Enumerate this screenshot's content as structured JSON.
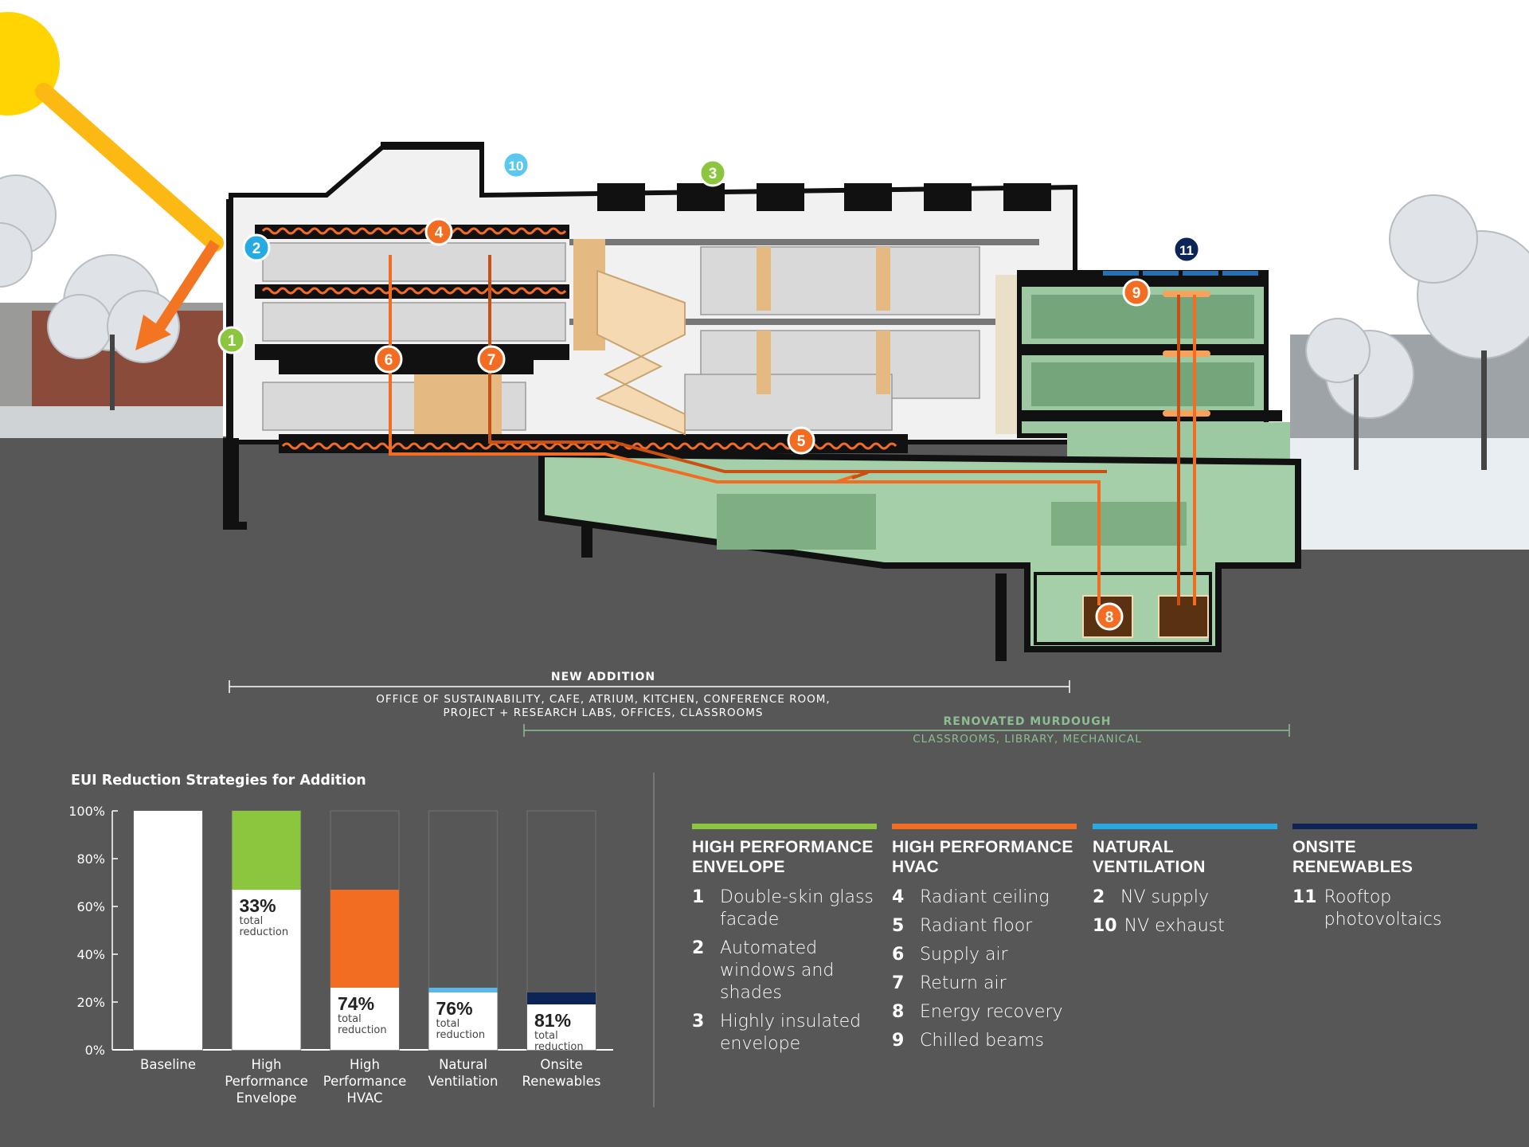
{
  "markers": [
    {
      "num": "1",
      "color": "#8cc63f"
    },
    {
      "num": "2",
      "color": "#27a9e1"
    },
    {
      "num": "3",
      "color": "#8cc63f"
    },
    {
      "num": "4",
      "color": "#f26d21"
    },
    {
      "num": "5",
      "color": "#f26d21"
    },
    {
      "num": "6",
      "color": "#f26d21"
    },
    {
      "num": "7",
      "color": "#f26d21"
    },
    {
      "num": "8",
      "color": "#f26d21"
    },
    {
      "num": "9",
      "color": "#f26d21"
    },
    {
      "num": "10",
      "color": "#5bc8f0"
    },
    {
      "num": "11",
      "color": "#0d2456"
    }
  ],
  "new_addition": {
    "title": "NEW ADDITION",
    "line1": "OFFICE OF SUSTAINABILITY, CAFE, ATRIUM, KITCHEN, CONFERENCE ROOM,",
    "line2": "PROJECT + RESEARCH LABS, OFFICES, CLASSROOMS"
  },
  "renovated": {
    "title": "RENOVATED MURDOUGH",
    "line1": "CLASSROOMS, LIBRARY, MECHANICAL"
  },
  "chart_data": {
    "type": "bar",
    "title": "EUI Reduction Strategies for Addition",
    "categories": [
      "Baseline",
      "High Performance Envelope",
      "High Performance HVAC",
      "Natural Ventilation",
      "Onsite Renewables"
    ],
    "category_lines": [
      [
        "Baseline"
      ],
      [
        "High",
        "Performance",
        "Envelope"
      ],
      [
        "High",
        "Performance",
        "HVAC"
      ],
      [
        "Natural",
        "Ventilation"
      ],
      [
        "Onsite",
        "Renewables"
      ]
    ],
    "remaining": [
      100,
      67,
      26,
      24,
      19
    ],
    "reduction_segment": [
      0,
      33,
      41,
      2,
      5
    ],
    "segment_colors": [
      "#ffffff",
      "#8cc63f",
      "#f26d21",
      "#5bb7e8",
      "#0d2456"
    ],
    "labels": [
      "",
      "33%",
      "74%",
      "76%",
      "81%"
    ],
    "label_sub": [
      "total",
      "reduction"
    ],
    "ylim": [
      0,
      100
    ],
    "yticks": [
      "0%",
      "20%",
      "40%",
      "60%",
      "80%",
      "100%"
    ]
  },
  "legend": [
    {
      "heading": [
        "HIGH PERFORMANCE",
        "ENVELOPE"
      ],
      "color": "#8cc63f",
      "items": [
        {
          "num": "1",
          "text": "Double-skin glass facade"
        },
        {
          "num": "2",
          "text": "Automated windows and shades"
        },
        {
          "num": "3",
          "text": "Highly insulated envelope"
        }
      ]
    },
    {
      "heading": [
        "HIGH PERFORMANCE",
        "HVAC"
      ],
      "color": "#f26d21",
      "items": [
        {
          "num": "4",
          "text": "Radiant ceiling"
        },
        {
          "num": "5",
          "text": "Radiant floor"
        },
        {
          "num": "6",
          "text": "Supply air"
        },
        {
          "num": "7",
          "text": "Return air"
        },
        {
          "num": "8",
          "text": "Energy recovery"
        },
        {
          "num": "9",
          "text": "Chilled beams"
        }
      ]
    },
    {
      "heading": [
        "NATURAL",
        "VENTILATION"
      ],
      "color": "#27a9e1",
      "items": [
        {
          "num": "2",
          "text": "NV supply"
        },
        {
          "num": "10",
          "text": "NV exhaust"
        }
      ]
    },
    {
      "heading": [
        "ONSITE",
        "RENEWABLES"
      ],
      "color": "#0d2456",
      "items": [
        {
          "num": "11",
          "text": "Rooftop photovoltaics"
        }
      ]
    }
  ]
}
